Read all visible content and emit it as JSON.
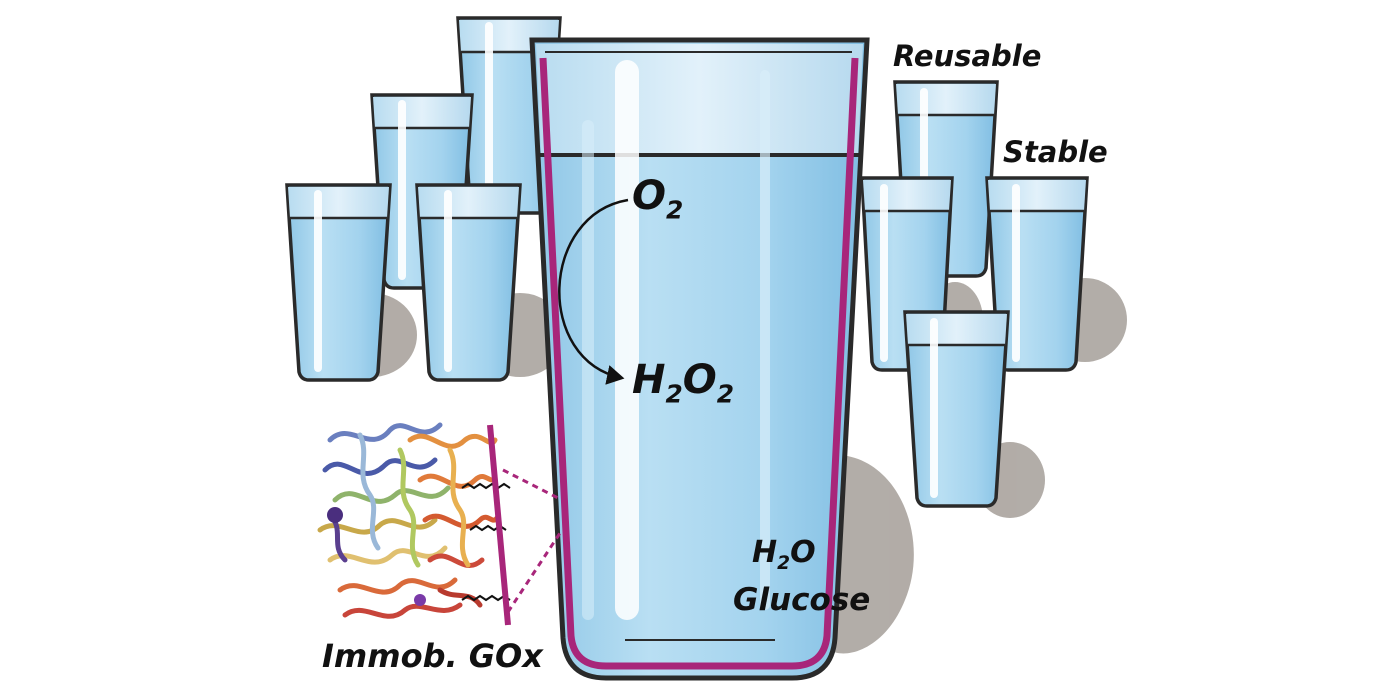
{
  "labels": {
    "reusable": "Reusable",
    "stable": "Stable",
    "oxygen": {
      "main": "O",
      "sub": "2"
    },
    "hydrogen_peroxide": {
      "h": "H",
      "sub1": "2",
      "o": "O",
      "sub2": "2"
    },
    "water": {
      "h": "H",
      "sub": "2",
      "o": "O"
    },
    "glucose": "Glucose",
    "enzyme": "Immob. GOx"
  },
  "colors": {
    "water": "#a8d4ec",
    "glass_rim": "#cfe6f4",
    "outline": "#2a2a2a",
    "coating": "#a8267a",
    "shadow": "#aaa49e"
  }
}
